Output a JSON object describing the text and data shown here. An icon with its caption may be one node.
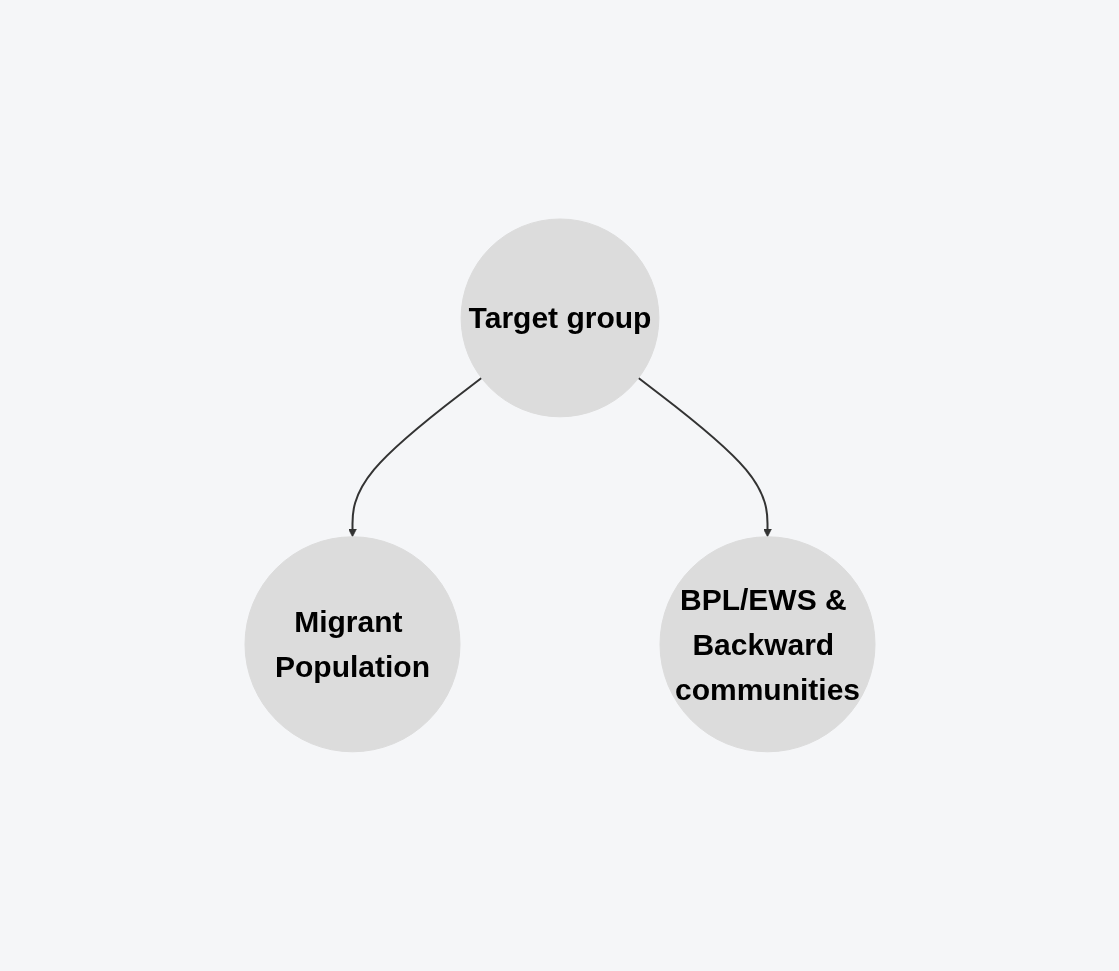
{
  "diagram": {
    "nodes": [
      {
        "text": [
          "Target group"
        ]
      },
      {
        "text": [
          "Migrant Population"
        ]
      },
      {
        "text": [
          "BPL/EWS & Backward communities"
        ]
      }
    ],
    "edges": [
      {
        "from": 0,
        "to": 1,
        "arrow": "to"
      },
      {
        "from": 0,
        "to": 2,
        "arrow": "to"
      }
    ]
  }
}
